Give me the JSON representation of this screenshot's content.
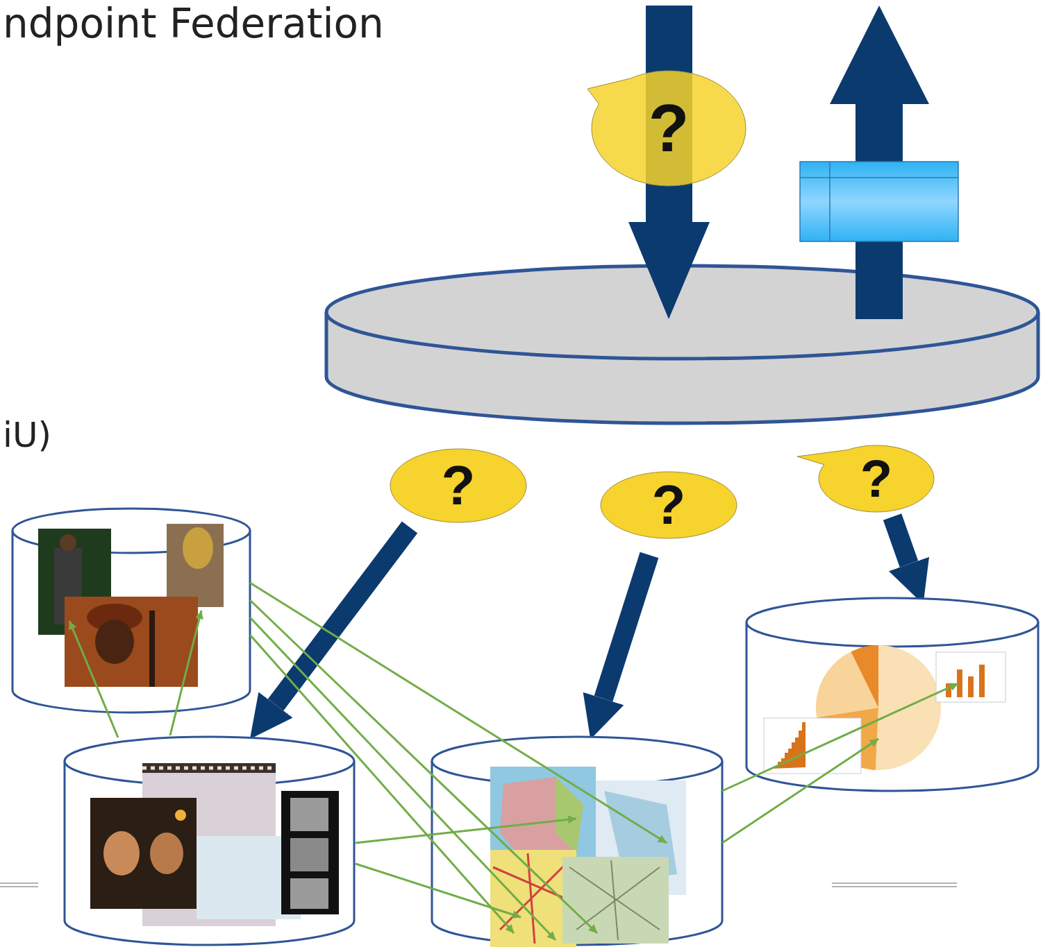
{
  "diagram": {
    "title": "ndpoint Federation",
    "nodes": [
      {
        "text": [
          "?"
        ]
      },
      {
        "text": [
          "?"
        ]
      },
      {
        "text": [
          "?"
        ]
      },
      {
        "text": [
          "?"
        ]
      }
    ],
    "labels": [
      "iU)"
    ]
  }
}
